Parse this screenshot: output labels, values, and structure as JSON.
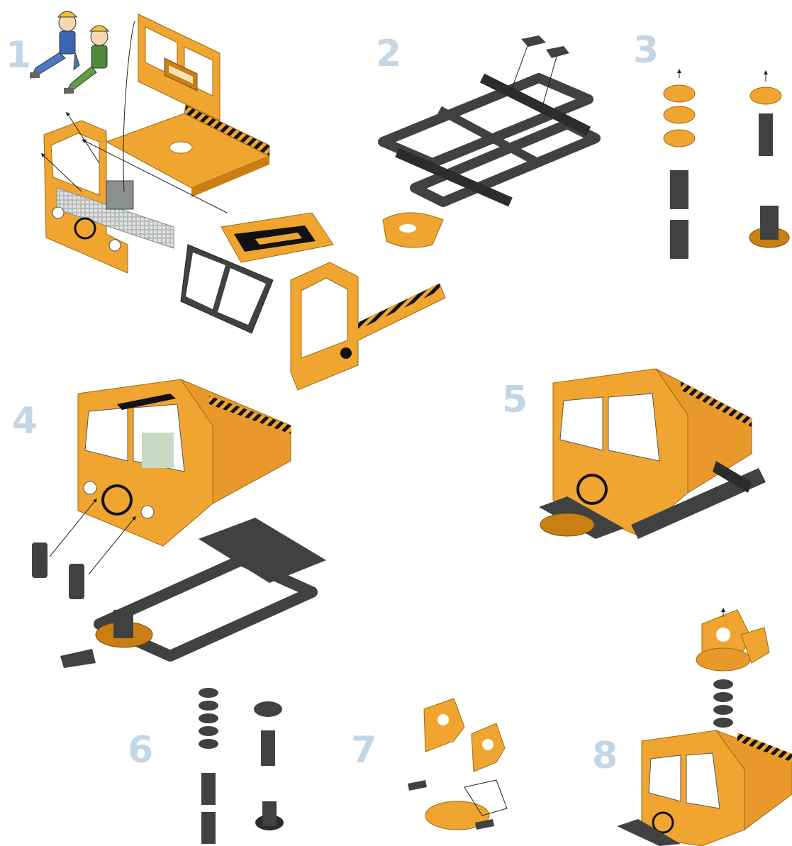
{
  "steps": [
    {
      "number": "1",
      "label": "step-1"
    },
    {
      "number": "2",
      "label": "step-2"
    },
    {
      "number": "3",
      "label": "step-3"
    },
    {
      "number": "4",
      "label": "step-4"
    },
    {
      "number": "5",
      "label": "step-5"
    },
    {
      "number": "6",
      "label": "step-6"
    },
    {
      "number": "7",
      "label": "step-7"
    },
    {
      "number": "8",
      "label": "step-8"
    }
  ],
  "colors": {
    "body_orange": "#f0a530",
    "body_dark_orange": "#c97f12",
    "frame_dark": "#3f4240",
    "frame_shadow": "#2b2d2c",
    "stripe_black": "#111111",
    "step_number": "#c3d6e6",
    "floor_grey": "#b9bcbd"
  },
  "icons": [
    "worker-figure-icon",
    "truck-cab-icon",
    "chassis-frame-icon",
    "wheel-disc-icon",
    "crane-turret-icon"
  ]
}
